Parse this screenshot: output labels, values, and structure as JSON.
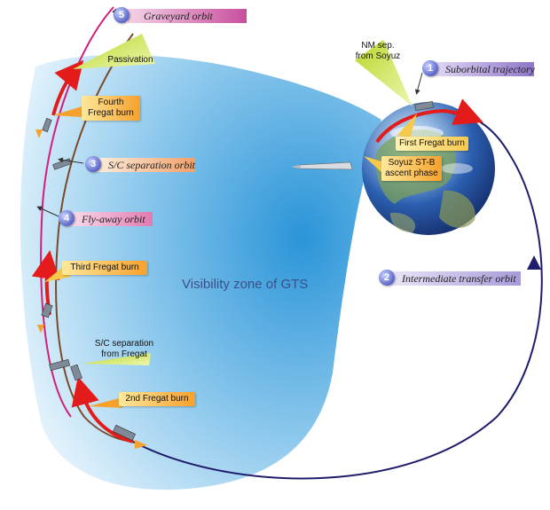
{
  "orbits": [
    {
      "number": "1",
      "label": "Suborbital trajectory"
    },
    {
      "number": "2",
      "label": "Intermediate transfer orbit"
    },
    {
      "number": "3",
      "label": "S/C separation orbit"
    },
    {
      "number": "4",
      "label": "Fly-away orbit"
    },
    {
      "number": "5",
      "label": "Graveyard orbit"
    }
  ],
  "events": {
    "nm_sep_line1": "NM sep.",
    "nm_sep_line2": "from Soyuz",
    "passivation": "Passivation",
    "fourth_burn_line1": "Fourth",
    "fourth_burn_line2": "Fregat burn",
    "first_burn": "First Fregat burn",
    "ascent_line1": "Soyuz ST-B",
    "ascent_line2": "ascent phase",
    "third_burn": "Third Fregat burn",
    "sc_sep_line1": "S/C separation",
    "sc_sep_line2": "from Fregat",
    "second_burn": "2nd Fregat burn"
  },
  "visibility_zone": "Visibility zone of GTS",
  "colors": {
    "transfer_orbit": "#1f1d6b",
    "graveyard_orbit": "#d0207a",
    "separation_orbit": "#7a4a2a",
    "burn_arc": "#e31b1b",
    "zone": "#3d9cd8",
    "label_magenta": "#c84f9e",
    "label_purple": "#8e76c8",
    "label_peach": "#f0a06a",
    "label_pink": "#e07ab0",
    "label_lavender": "#a99ad8"
  }
}
